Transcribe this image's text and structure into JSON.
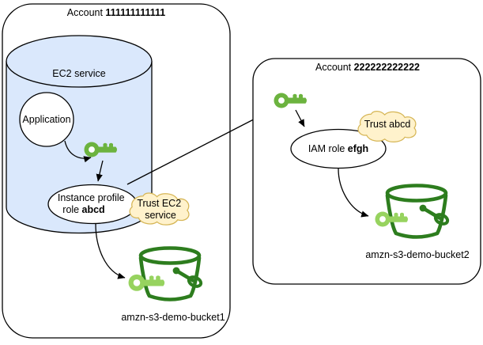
{
  "accounts": {
    "left": {
      "prefix": "Account",
      "id": "111111111111"
    },
    "right": {
      "prefix": "Account",
      "id": "222222222222"
    }
  },
  "ec2_service": {
    "label": "EC2 service"
  },
  "application": {
    "label": "Application"
  },
  "instance_profile_role": {
    "line1": "Instance profile",
    "line2_prefix": "role",
    "line2_bold": "abcd"
  },
  "trust_ec2_cloud": {
    "line1": "Trust EC2",
    "line2": "service"
  },
  "iam_role": {
    "prefix": "IAM role",
    "bold": "efgh"
  },
  "trust_abcd_cloud": {
    "label": "Trust abcd"
  },
  "bucket1": {
    "label": "amzn-s3-demo-bucket1"
  },
  "bucket2": {
    "label": "amzn-s3-demo-bucket2"
  },
  "icons": {
    "key": "key-icon",
    "bucket": "s3-bucket-icon",
    "cloud": "trust-policy-cloud",
    "cylinder": "service-cylinder"
  },
  "colors": {
    "cylinder_fill": "#dae8fc",
    "cloud_fill": "#fff2cc",
    "cloud_stroke": "#d6b656",
    "key_green": "#6cb33f",
    "key_light_green": "#97d35f",
    "bucket_green": "#2d7d1e",
    "bucket_label": "#232f3e",
    "outline": "#000000"
  }
}
